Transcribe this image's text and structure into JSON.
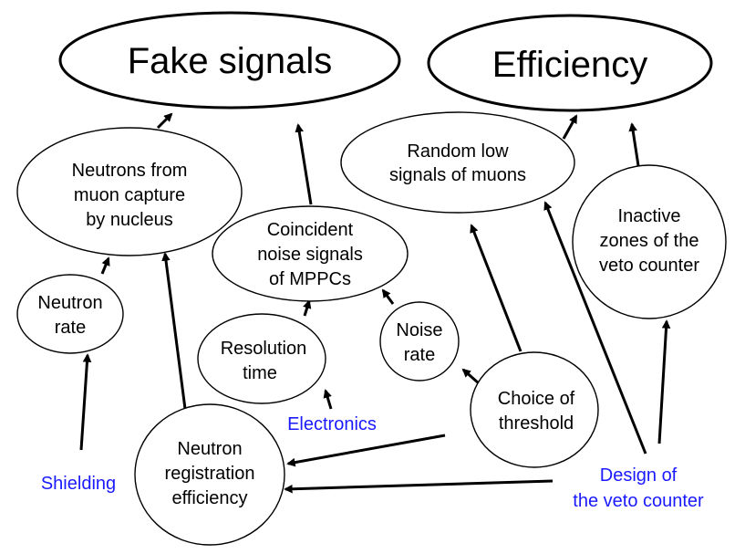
{
  "diagram": {
    "colors": {
      "line": "#000000",
      "text": "#000000",
      "factor_text": "#1a1aff"
    },
    "nodes": {
      "fake_signals": {
        "lines": [
          "Fake signals"
        ]
      },
      "efficiency": {
        "lines": [
          "Efficiency"
        ]
      },
      "neutrons_capture": {
        "lines": [
          "Neutrons  from",
          "muon capture",
          "by nucleus"
        ]
      },
      "random_low": {
        "lines": [
          "Random low",
          "signals of muons"
        ]
      },
      "coincident_noise": {
        "lines": [
          "Coincident",
          "noise signals",
          "of MPPCs"
        ]
      },
      "inactive_zones": {
        "lines": [
          "Inactive",
          "zones of the",
          "veto counter"
        ]
      },
      "neutron_rate": {
        "lines": [
          "Neutron",
          "rate"
        ]
      },
      "resolution_time": {
        "lines": [
          "Resolution",
          "time"
        ]
      },
      "noise_rate": {
        "lines": [
          "Noise",
          "rate"
        ]
      },
      "choice_threshold": {
        "lines": [
          "Choice of",
          "threshold"
        ]
      },
      "neutron_registration": {
        "lines": [
          "Neutron",
          "registration",
          "efficiency"
        ]
      }
    },
    "factors": {
      "shielding": {
        "lines": [
          "Shielding"
        ]
      },
      "electronics": {
        "lines": [
          "Electronics"
        ]
      },
      "design": {
        "lines": [
          "Design of",
          "the veto counter"
        ]
      }
    }
  }
}
